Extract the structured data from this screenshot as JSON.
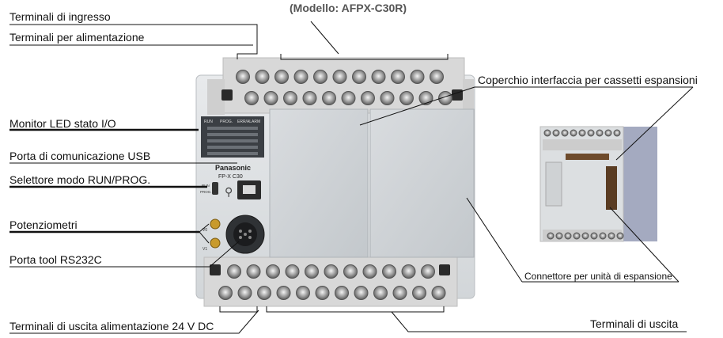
{
  "model_caption": "(Modello: AFPX-C30R)",
  "labels": {
    "input_terminals": "Terminali di ingresso",
    "power_terminals": "Terminali per alimentazione",
    "led_monitor": "Monitor LED stato I/O",
    "usb_port": "Porta di comunicazione USB",
    "mode_selector": "Selettore modo RUN/PROG.",
    "potentiometers": "Potenziometri",
    "rs232c_port": "Porta tool RS232C",
    "output_power_terminals": "Terminali  di uscita alimentazione 24 V DC",
    "expansion_cover": "Coperchio interfaccia per cassetti espansioni",
    "expansion_connector": "Connettore per unità di espansione",
    "output_terminals": "Terminali di uscita"
  },
  "device": {
    "brand": "Panasonic",
    "model": "FP-X C30",
    "led_header": [
      "RUN",
      "PROG.",
      "ERR/ALARM"
    ],
    "switch_labels": [
      "RUN",
      "PROG."
    ],
    "pot_labels": [
      "V0",
      "V1"
    ],
    "colors": {
      "body": "#dfe2e4",
      "cover": "#cfd3d6",
      "terminal": "#bfbfbf",
      "side_panel": "#a4aac0"
    }
  }
}
